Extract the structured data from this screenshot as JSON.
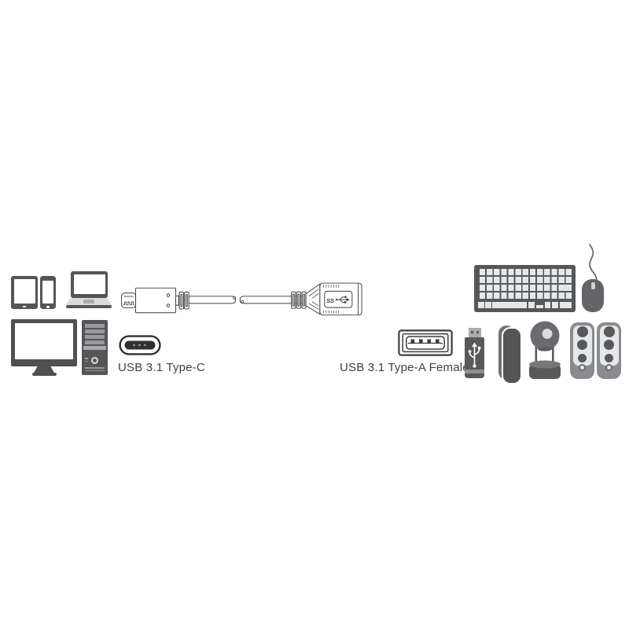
{
  "image": {
    "kind": "usb-adapter-compatibility-illustration",
    "background": "#ffffff"
  },
  "palette": {
    "device_dark": "#545557",
    "device_mid": "#76777a",
    "device_light": "#e6e7e8",
    "outline": "#3b3c3e",
    "label_text": "#3f4042"
  },
  "cable": {
    "left_connector_label": "USB 3.1 Type-C",
    "right_connector_label": "USB 3.1 Type-A Female",
    "superspeed_logo_text": "SS"
  },
  "left_device_group": {
    "icons": [
      "tablet-icon",
      "smartphone-icon",
      "laptop-icon",
      "monitor-icon",
      "desktop-tower-icon"
    ]
  },
  "right_device_group": {
    "icons": [
      "keyboard-icon",
      "mouse-icon",
      "usb-flash-drive-icon",
      "power-bank-icon",
      "webcam-icon",
      "speakers-icon"
    ]
  }
}
